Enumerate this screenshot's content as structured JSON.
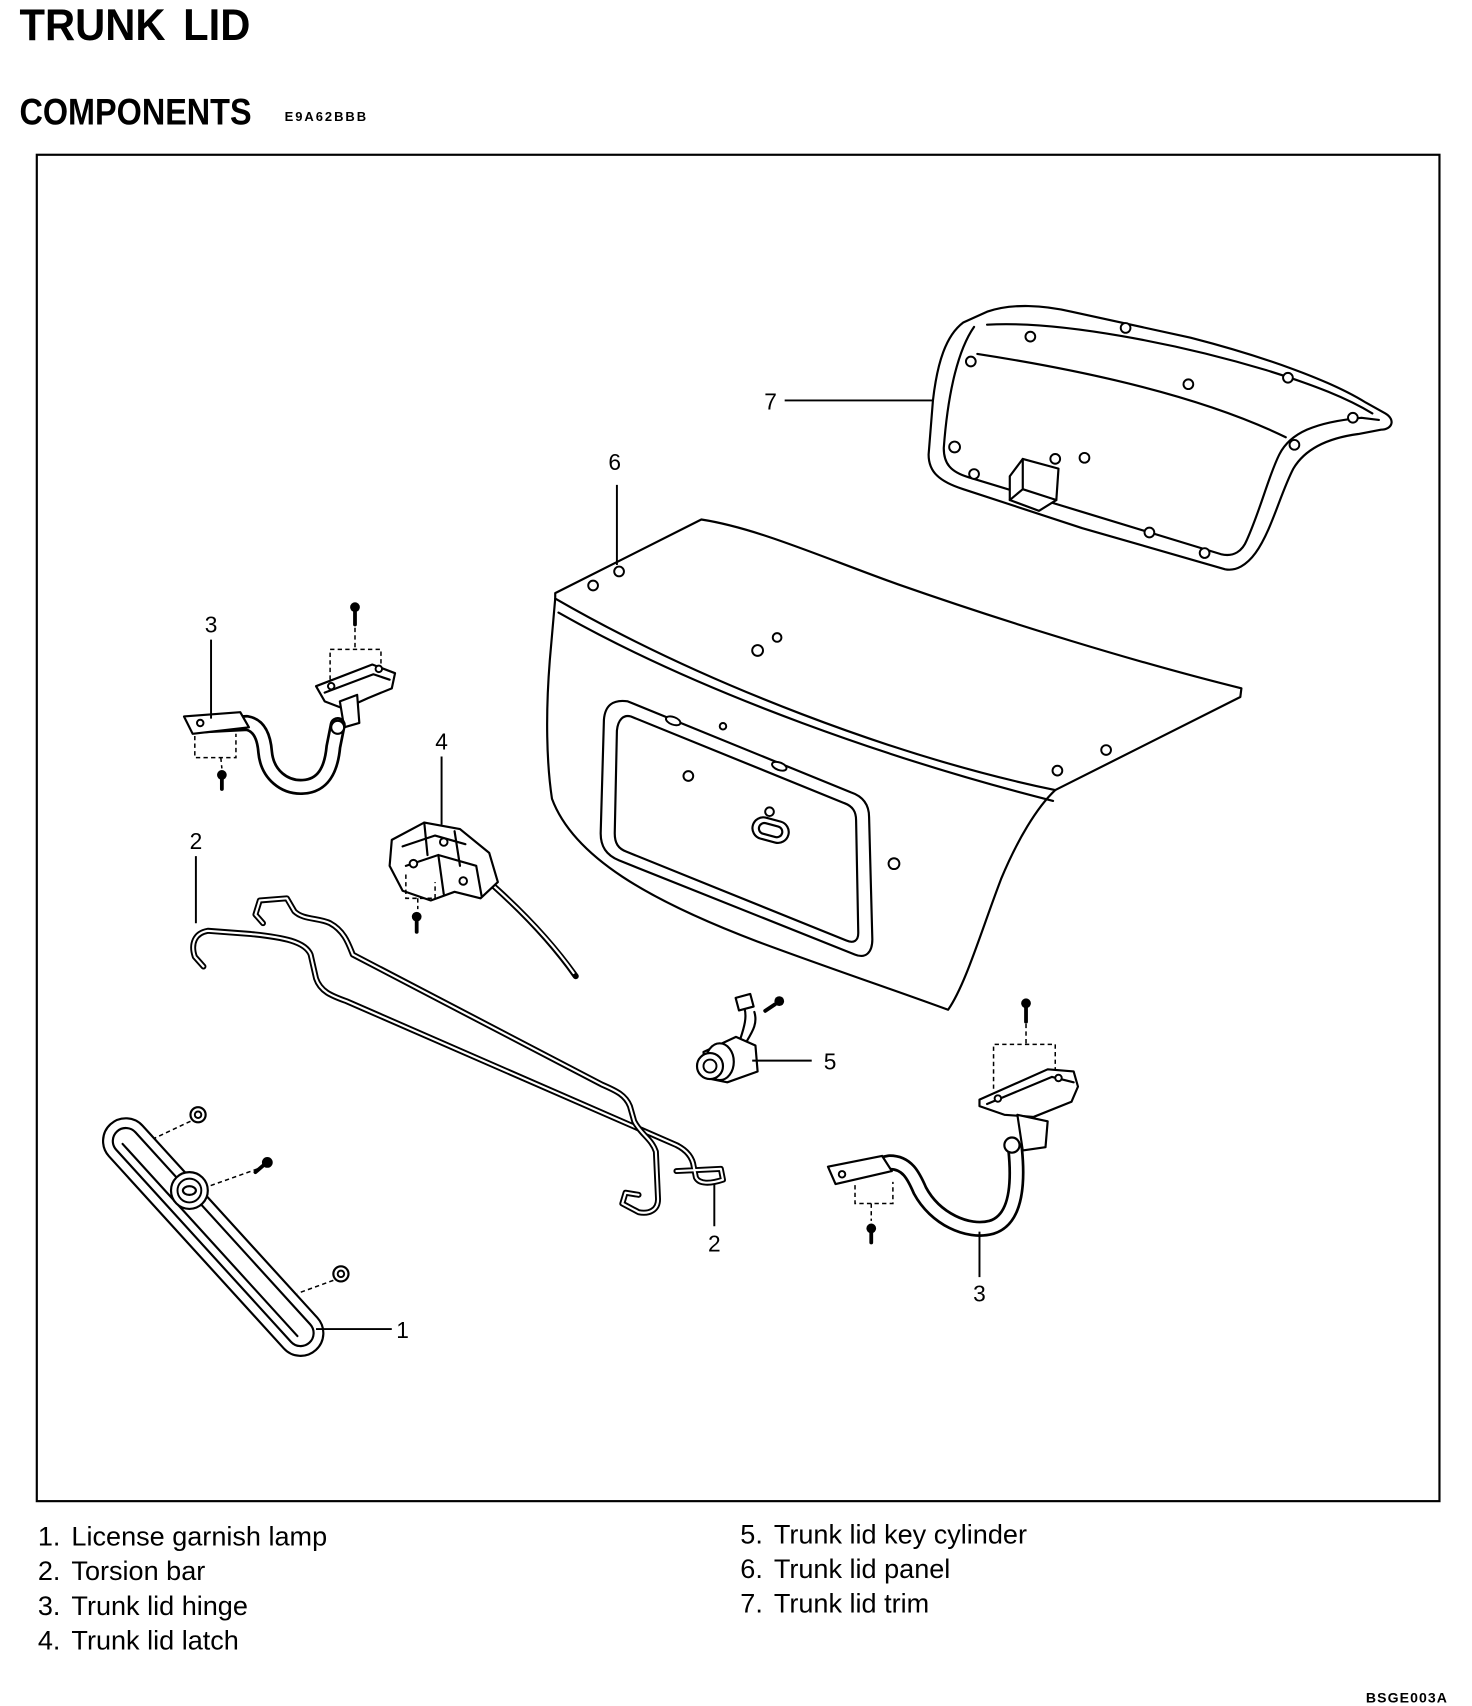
{
  "page": {
    "title": "TRUNK LID",
    "section_title": "COMPONENTS",
    "section_code": "E9A62BBB",
    "figure_code": "BSGE003A"
  },
  "diagram": {
    "callouts": {
      "trim": "7",
      "panel": "6",
      "hinge_upper": "3",
      "latch": "4",
      "torsion_bar_upper": "2",
      "key_cylinder": "5",
      "torsion_bar_lower": "2",
      "hinge_lower": "3",
      "garnish_lamp": "1"
    }
  },
  "legend": {
    "left": [
      {
        "num": "1.",
        "label": "License garnish lamp"
      },
      {
        "num": "2.",
        "label": "Torsion bar"
      },
      {
        "num": "3.",
        "label": "Trunk lid hinge"
      },
      {
        "num": "4.",
        "label": "Trunk lid latch"
      }
    ],
    "right": [
      {
        "num": "5.",
        "label": "Trunk lid key cylinder"
      },
      {
        "num": "6.",
        "label": "Trunk lid panel"
      },
      {
        "num": "7.",
        "label": "Trunk lid trim"
      }
    ]
  }
}
